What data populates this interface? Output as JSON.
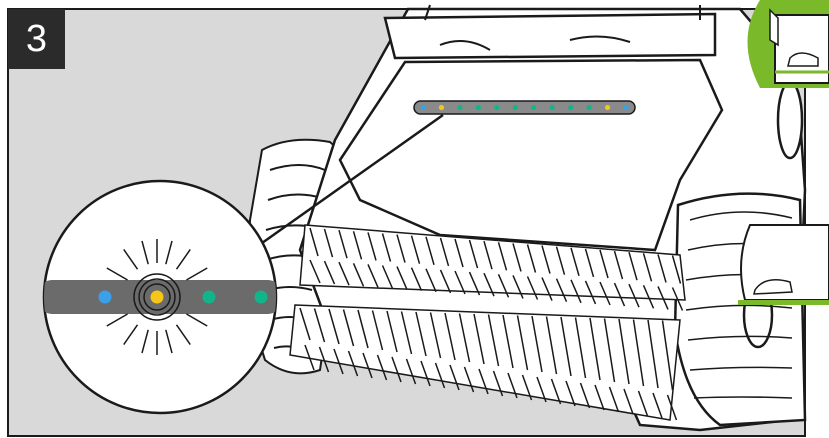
{
  "step": {
    "number": "3"
  },
  "colors": {
    "panel_background": "#d9d9d9",
    "line": "#1a1a1a",
    "status_bar": "#6b6b6b",
    "led_blue": "#3aa0e8",
    "led_yellow": "#f5c518",
    "led_green": "#12b48a",
    "accent_green": "#7ab929",
    "badge": "#2b2b2b"
  },
  "led_strip": {
    "leds": [
      "blue",
      "yellow",
      "green",
      "green",
      "green",
      "green",
      "green",
      "green",
      "green",
      "green",
      "yellow",
      "blue"
    ]
  },
  "zoom_callout": {
    "leds": [
      "blue",
      "yellow",
      "green",
      "green"
    ],
    "blinking_led": "yellow"
  },
  "side_icons": [
    {
      "name": "wall-climb-icon"
    },
    {
      "name": "floor-icon"
    }
  ]
}
